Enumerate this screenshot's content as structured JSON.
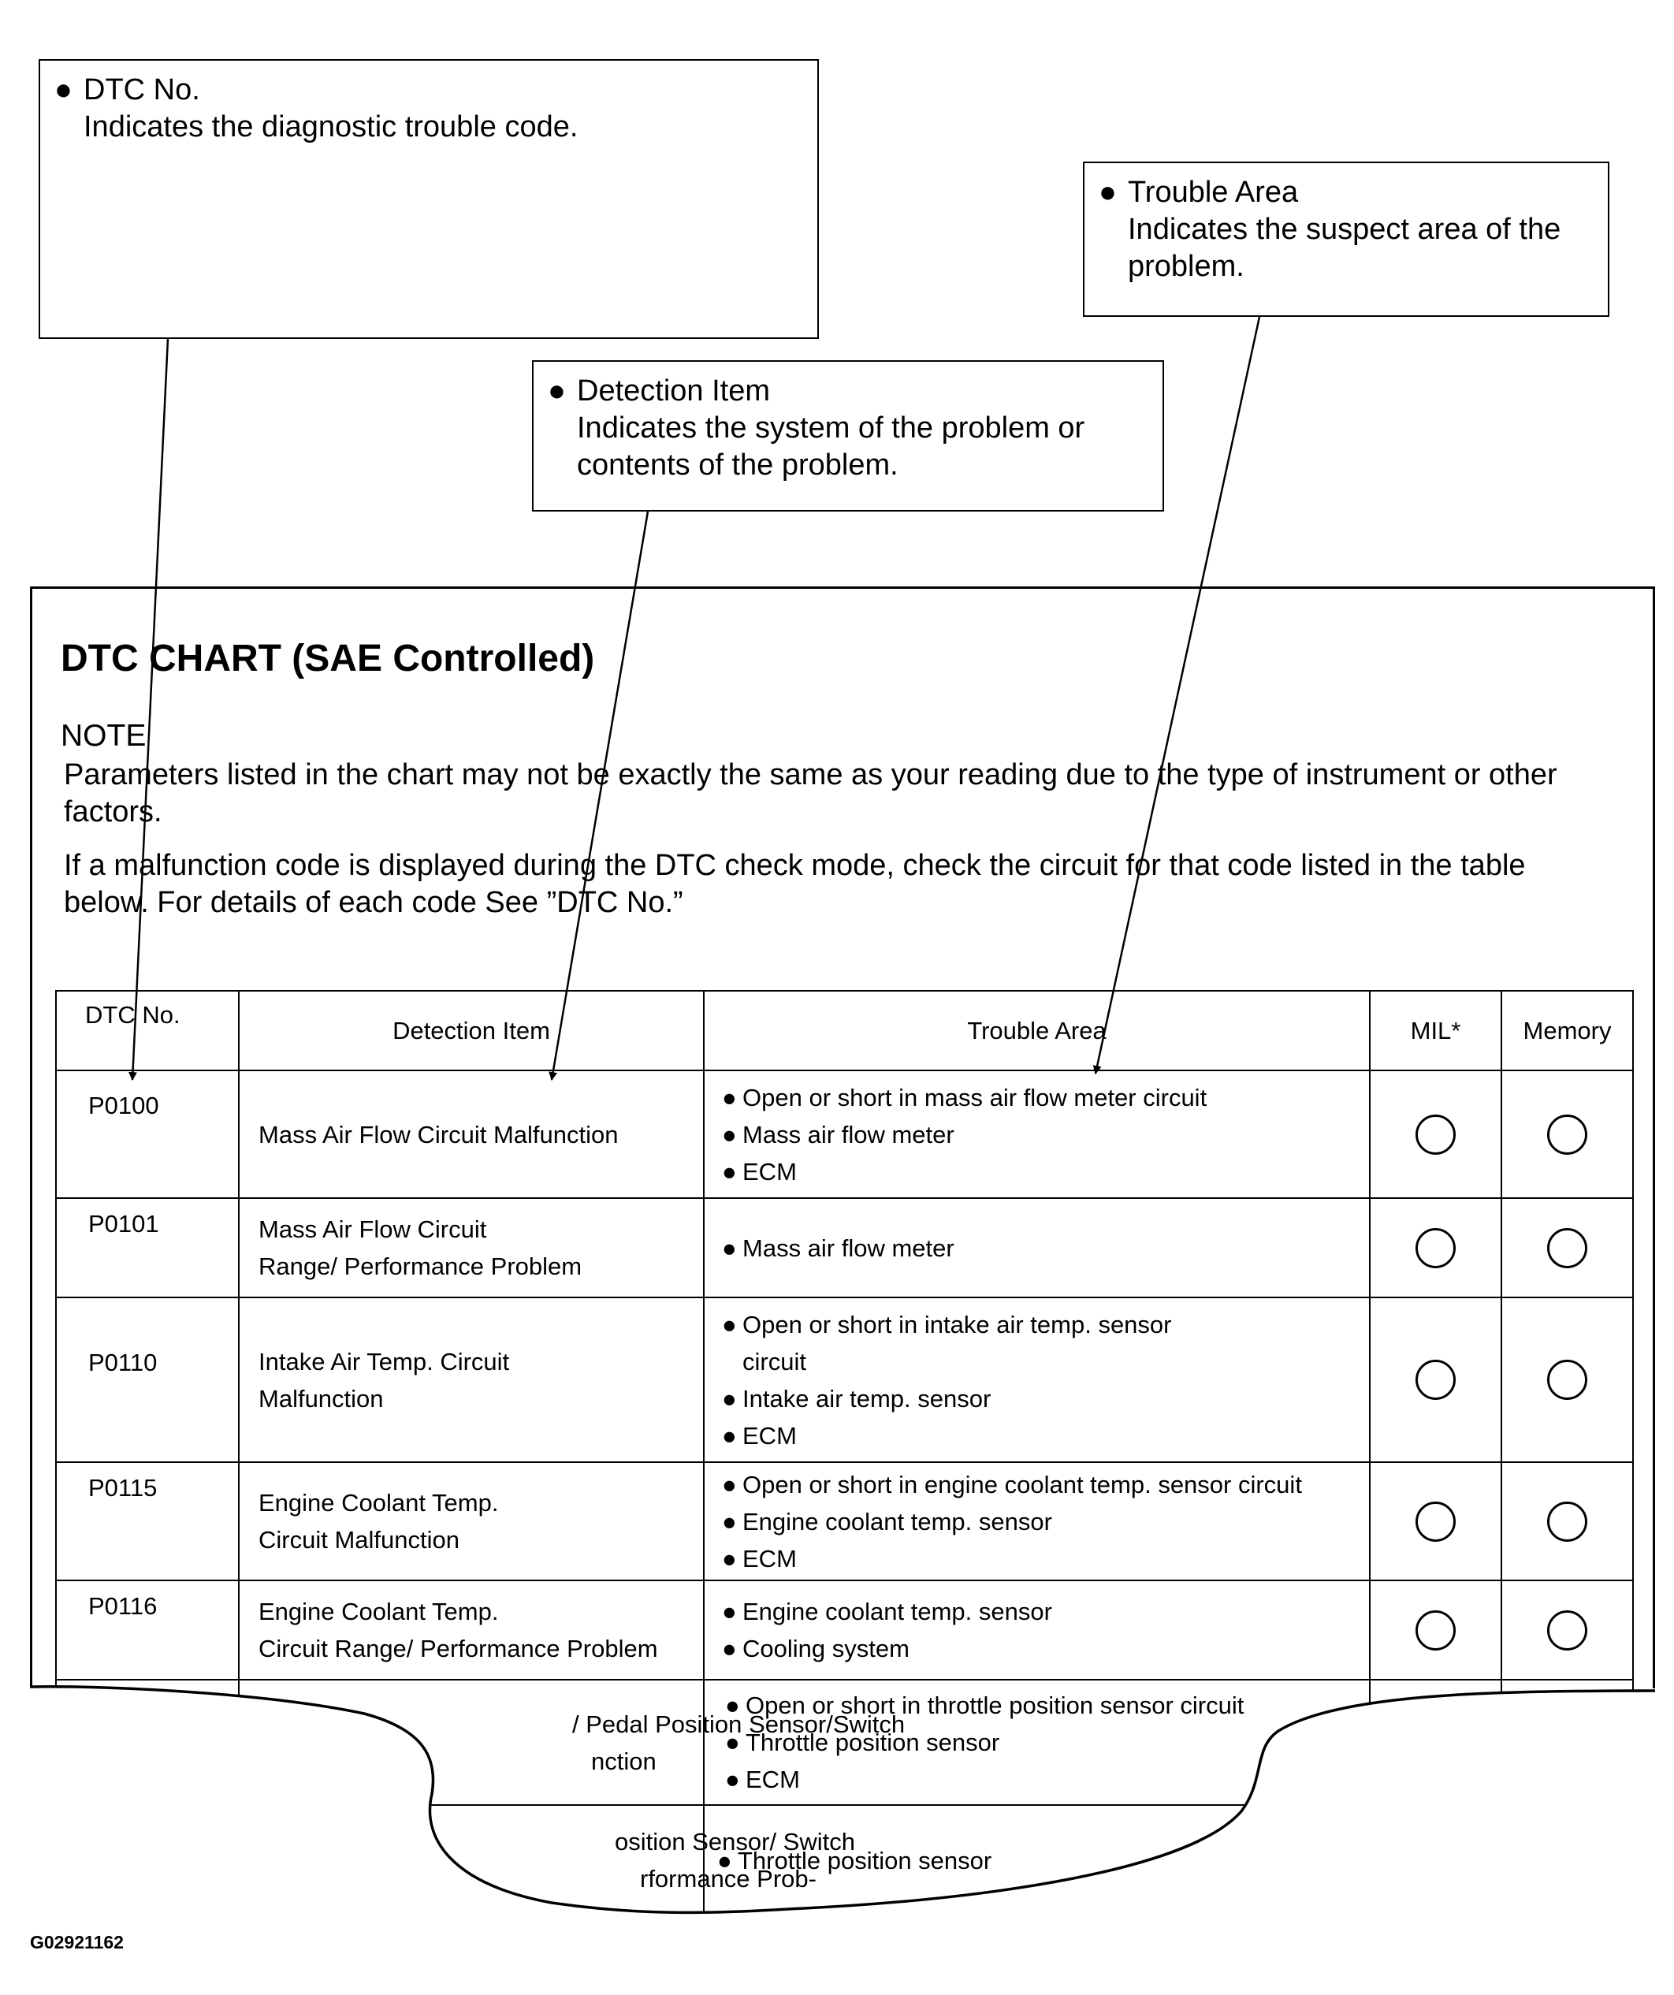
{
  "callouts": {
    "dtc_no": {
      "bullet": "●",
      "title": "DTC No.",
      "description": "Indicates the diagnostic trouble code."
    },
    "trouble_area": {
      "bullet": "●",
      "title": "Trouble Area",
      "description_line1": "Indicates the suspect area of the",
      "description_line2": "problem."
    },
    "detection_item": {
      "bullet": "●",
      "title": "Detection Item",
      "description_line1": "Indicates the system of the problem or",
      "description_line2": "contents of the problem."
    }
  },
  "chart": {
    "title": "DTC CHART (SAE Controlled)",
    "note_label": "NOTE",
    "note_para1_line1": "Parameters listed in the chart may not be exactly the same as your reading due to the type of instrument or other",
    "note_para1_line2": "factors.",
    "note_para2_line1": "If a malfunction code is displayed during the DTC check mode, check the circuit for that code listed in the table",
    "note_para2_line2": "below. For details of each code  See  ”DTC No.”"
  },
  "table": {
    "headers": {
      "dtc_no": "DTC No.",
      "detection_item": "Detection Item",
      "trouble_area": "Trouble Area",
      "mil": "MIL*",
      "memory": "Memory"
    },
    "bullet": "●",
    "rows": [
      {
        "code": "P0100",
        "item_line1": "Mass Air Flow Circuit Malfunction",
        "item_line2": "",
        "area": [
          "Open or short in mass air flow meter circuit",
          "Mass air flow meter",
          "ECM"
        ]
      },
      {
        "code": "P0101",
        "item_line1": "Mass Air Flow Circuit",
        "item_line2": "Range/ Performance Problem",
        "area": [
          "Mass air flow meter"
        ]
      },
      {
        "code": "P0110",
        "item_line1": "Intake Air Temp. Circuit",
        "item_line2": "Malfunction",
        "area": [
          "Open or short in intake air temp. sensor",
          "circuit",
          "Intake air temp. sensor",
          "ECM"
        ]
      },
      {
        "code": "P0115",
        "item_line1": "Engine Coolant Temp.",
        "item_line2": "Circuit Malfunction",
        "area": [
          "Open or short in engine coolant temp. sensor circuit",
          "Engine coolant temp. sensor",
          "ECM"
        ]
      },
      {
        "code": "P0116",
        "item_line1": "Engine Coolant Temp.",
        "item_line2": "Circuit Range/ Performance Problem",
        "area": [
          "Engine coolant temp. sensor",
          "Cooling system"
        ]
      }
    ],
    "torn_row1": {
      "item_line1": "/ Pedal Position Sensor/Switch",
      "item_line2": "nction",
      "area": [
        "Open or short in throttle position sensor circuit",
        "Throttle position sensor",
        "ECM"
      ]
    },
    "torn_row2": {
      "item_line1": "osition Sensor/ Switch",
      "item_line2": "rformance Prob-",
      "area": [
        "Throttle position sensor"
      ]
    }
  },
  "figure_id": "G02921162"
}
